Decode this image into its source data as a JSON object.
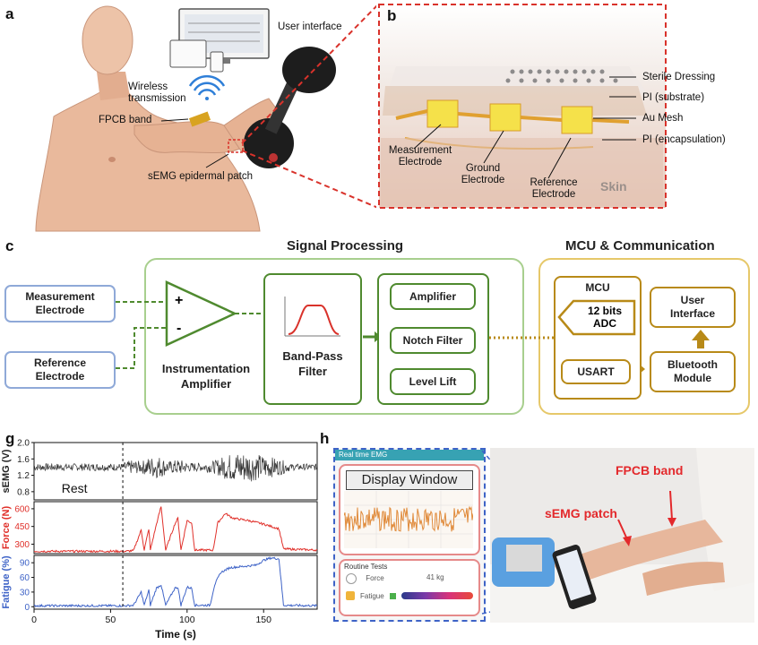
{
  "panels": {
    "a": "a",
    "b": "b",
    "c": "c",
    "g": "g",
    "h": "h"
  },
  "panel_a": {
    "user_interface": "User interface",
    "wireless_line1": "Wireless",
    "wireless_line2": "transmission",
    "fpcb_band": "FPCB band",
    "semg_patch": "sEMG epidermal patch"
  },
  "panel_b": {
    "sterile_dressing": "Sterile Dressing",
    "pi_substrate": "PI (substrate)",
    "au_mesh": "Au Mesh",
    "pi_encapsulation": "PI (encapsulation)",
    "measurement_electrode_1": "Measurement",
    "measurement_electrode_2": "Electrode",
    "ground_electrode_1": "Ground",
    "ground_electrode_2": "Electrode",
    "reference_electrode_1": "Reference",
    "reference_electrode_2": "Electrode",
    "skin": "Skin"
  },
  "panel_c": {
    "signal_processing": "Signal Processing",
    "mcu_comm": "MCU & Communication",
    "measurement_electrode_1": "Measurement",
    "measurement_electrode_2": "Electrode",
    "reference_electrode_1": "Reference",
    "reference_electrode_2": "Electrode",
    "plus": "+",
    "minus": "-",
    "inst_amp_1": "Instrumentation",
    "inst_amp_2": "Amplifier",
    "bandpass_1": "Band-Pass",
    "bandpass_2": "Filter",
    "amplifier": "Amplifier",
    "notch": "Notch Filter",
    "level_lift": "Level Lift",
    "mcu": "MCU",
    "adc_1": "12 bits",
    "adc_2": "ADC",
    "usart": "USART",
    "ui_1": "User",
    "ui_2": "Interface",
    "bt_1": "Bluetooth",
    "bt_2": "Module"
  },
  "panel_h": {
    "realtime": "Real time EMG",
    "display_window": "Display Window",
    "routine_tests": "Routine Tests",
    "force": "Force",
    "force_val": "41 kg",
    "fatigue": "Fatigue",
    "fpcb_band": "FPCB band",
    "semg_patch": "sEMG patch"
  },
  "chart_data": {
    "type": "line",
    "xlabel": "Time (s)",
    "xlim": [
      0,
      185
    ],
    "xticks": [
      "0",
      "50",
      "100",
      "150"
    ],
    "rest_label": "Rest",
    "rest_marker_x": 58,
    "series": [
      {
        "name": "sEMG (V)",
        "color": "#333333",
        "yticks": [
          "2.0",
          "1.6",
          "1.2",
          "0.8"
        ],
        "ylim": [
          0.6,
          2.0
        ],
        "baseline": 1.4,
        "amplitude_envelope": [
          [
            0,
            0.09
          ],
          [
            20,
            0.09
          ],
          [
            40,
            0.09
          ],
          [
            58,
            0.09
          ],
          [
            60,
            0.14
          ],
          [
            65,
            0.18
          ],
          [
            70,
            0.14
          ],
          [
            75,
            0.25
          ],
          [
            82,
            0.28
          ],
          [
            88,
            0.14
          ],
          [
            95,
            0.2
          ],
          [
            100,
            0.12
          ],
          [
            110,
            0.1
          ],
          [
            118,
            0.16
          ],
          [
            125,
            0.3
          ],
          [
            135,
            0.4
          ],
          [
            145,
            0.33
          ],
          [
            155,
            0.25
          ],
          [
            162,
            0.18
          ],
          [
            168,
            0.08
          ],
          [
            185,
            0.08
          ]
        ]
      },
      {
        "name": "Force (N)",
        "color": "#e0302a",
        "yticks": [
          "600",
          "450",
          "300"
        ],
        "ylim": [
          220,
          660
        ],
        "points": [
          [
            0,
            240
          ],
          [
            60,
            240
          ],
          [
            65,
            245
          ],
          [
            70,
            420
          ],
          [
            72,
            250
          ],
          [
            75,
            430
          ],
          [
            76,
            250
          ],
          [
            80,
            470
          ],
          [
            83,
            620
          ],
          [
            86,
            250
          ],
          [
            92,
            470
          ],
          [
            94,
            520
          ],
          [
            96,
            250
          ],
          [
            100,
            500
          ],
          [
            103,
            480
          ],
          [
            105,
            250
          ],
          [
            117,
            250
          ],
          [
            120,
            480
          ],
          [
            125,
            560
          ],
          [
            130,
            520
          ],
          [
            140,
            500
          ],
          [
            150,
            470
          ],
          [
            160,
            430
          ],
          [
            163,
            260
          ],
          [
            185,
            250
          ]
        ]
      },
      {
        "name": "Fatigue (%)",
        "color": "#3e63c7",
        "yticks": [
          "90",
          "60",
          "30",
          "0"
        ],
        "ylim": [
          -5,
          105
        ],
        "points": [
          [
            0,
            2
          ],
          [
            60,
            2
          ],
          [
            65,
            3
          ],
          [
            70,
            30
          ],
          [
            72,
            3
          ],
          [
            75,
            34
          ],
          [
            76,
            3
          ],
          [
            80,
            38
          ],
          [
            83,
            45
          ],
          [
            86,
            3
          ],
          [
            92,
            38
          ],
          [
            94,
            40
          ],
          [
            96,
            3
          ],
          [
            100,
            40
          ],
          [
            103,
            38
          ],
          [
            105,
            3
          ],
          [
            115,
            3
          ],
          [
            118,
            45
          ],
          [
            122,
            70
          ],
          [
            128,
            80
          ],
          [
            135,
            82
          ],
          [
            145,
            85
          ],
          [
            150,
            95
          ],
          [
            155,
            100
          ],
          [
            160,
            98
          ],
          [
            163,
            3
          ],
          [
            185,
            2
          ]
        ]
      }
    ]
  },
  "colors": {
    "blue": "#8fa9d8",
    "green": "#4f8a2f",
    "gold": "#b88a18",
    "red_dash": "#d9322b"
  }
}
